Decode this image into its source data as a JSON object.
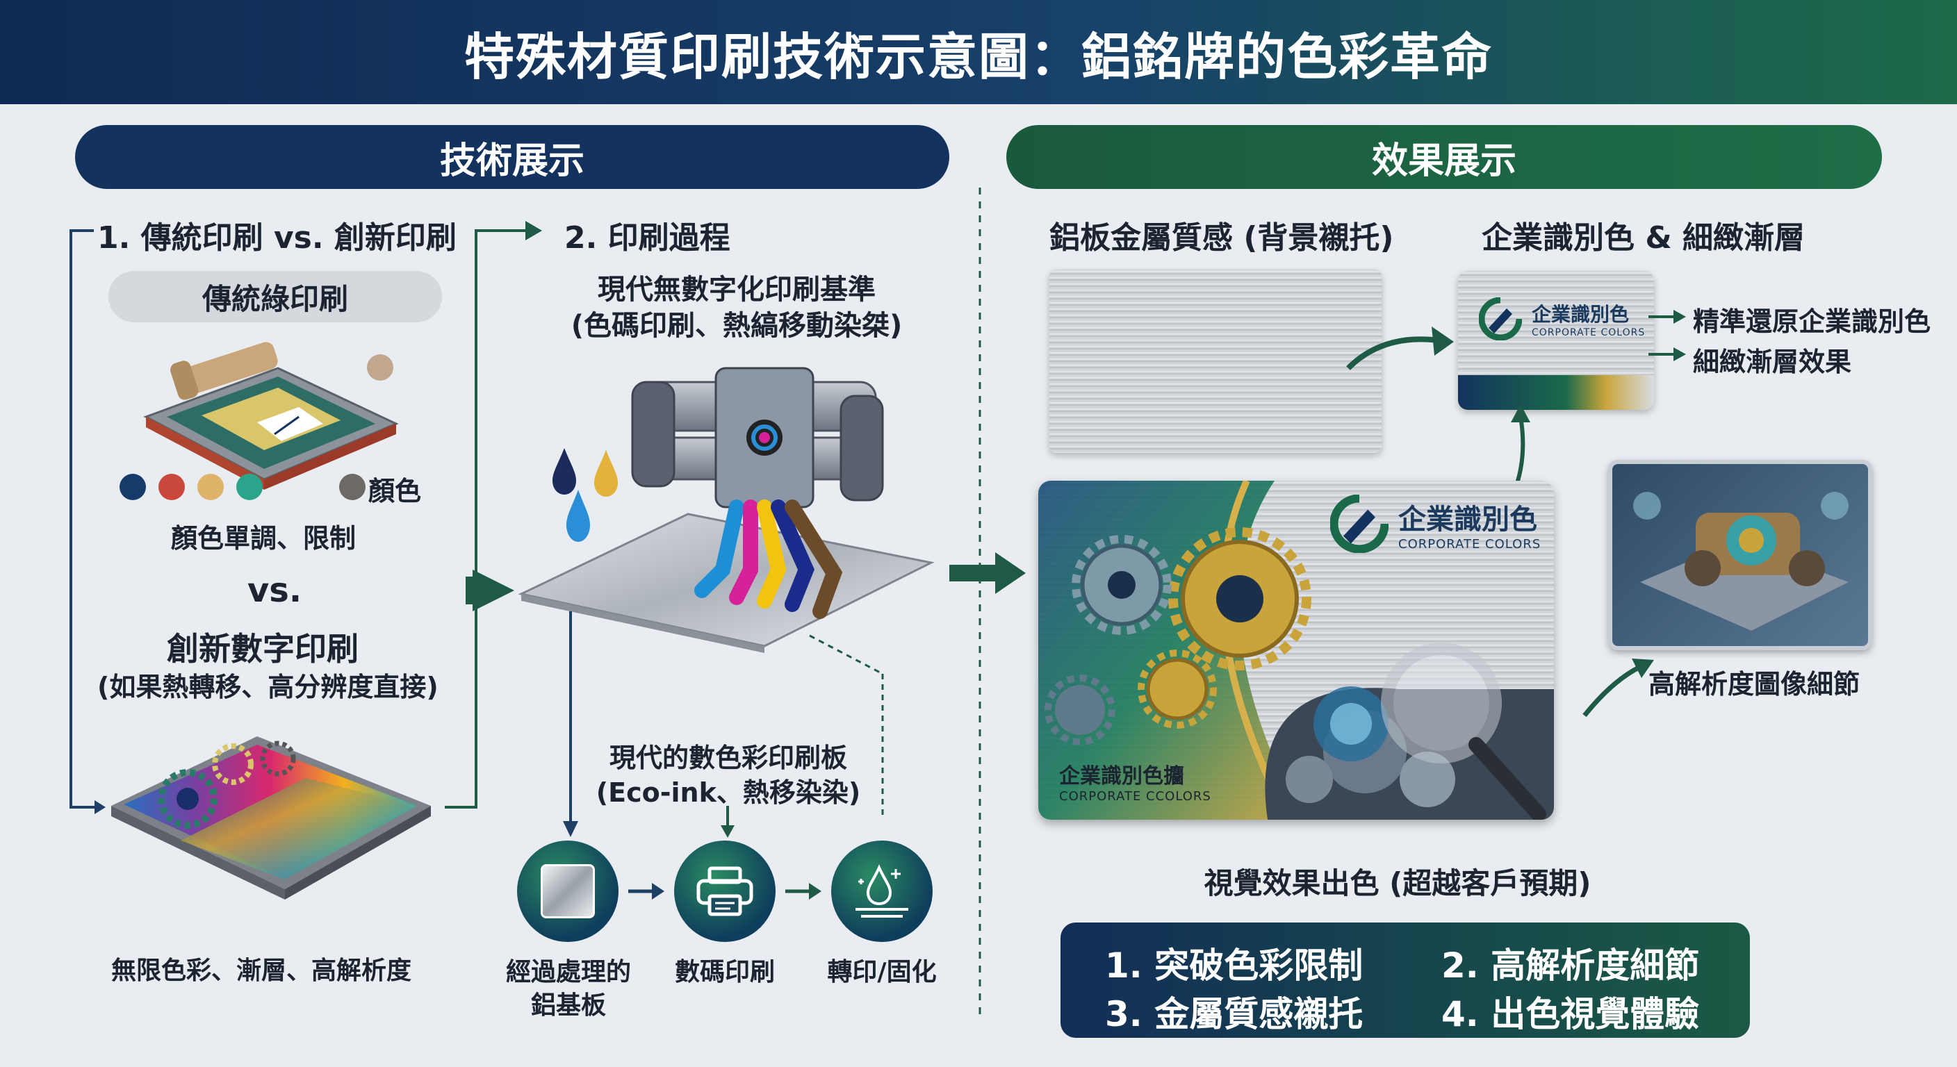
{
  "title": "特殊材質印刷技術示意圖：鋁銘牌的色彩革命",
  "sections": {
    "left_header": "技術展示",
    "right_header": "效果展示"
  },
  "step1": {
    "heading": "1. 傳統印刷 vs. 創新印刷",
    "traditional_label": "傳統綠印刷",
    "color_legend": "顏色",
    "traditional_caption": "顏色單調、限制",
    "vs": "vs.",
    "innovative_title": "創新數字印刷",
    "innovative_subtitle": "(如果熱轉移、高分辨度直接)",
    "innovative_caption": "無限色彩、漸層、高解析度",
    "dot_colors": [
      "#163b6b",
      "#c9473b",
      "#e0b36a",
      "#2aa58c"
    ],
    "legend_dot_color": "#6d6a66"
  },
  "step2": {
    "heading": "2. 印刷過程",
    "subtitle_line1": "現代無數字化印刷基準",
    "subtitle_line2": "(色碼印刷、熱縞移動染桀)",
    "plate_label_line1": "現代的數色彩印刷板",
    "plate_label_line2": "(Eco-ink、熱移染染)",
    "process": [
      {
        "label_line1": "經過處理的",
        "label_line2": "鋁基板",
        "icon": "aluminum-plate-icon"
      },
      {
        "label_line1": "數碼印刷",
        "label_line2": "",
        "icon": "printer-icon"
      },
      {
        "label_line1": "轉印/固化",
        "label_line2": "",
        "icon": "curing-drop-icon"
      }
    ],
    "ink_colors": [
      "#1e8fd6",
      "#d6229a",
      "#f2c40f",
      "#1a2b8c",
      "#6b4b2a"
    ]
  },
  "effects": {
    "metal_heading": "鋁板金屬質感 (背景襯托)",
    "corp_heading": "企業識別色 & 細緻漸層",
    "corp_point1": "精準還原企業識別色",
    "corp_point2": "細緻漸層效果",
    "badge_name": "企業識別色",
    "badge_sub": "CORPORATE COLORS",
    "main_badge_name": "企業識別色",
    "main_badge_sub": "CORPORATE COLORS",
    "plate_footer_name": "企業識別色攟",
    "plate_footer_sub": "CORPORATE CCOLORS",
    "detail_caption": "高解析度圖像細節",
    "visual_caption": "視覺效果出色 (超越客戶預期)"
  },
  "summary": {
    "item1": "1. 突破色彩限制",
    "item2": "2. 高解析度細節",
    "item3": "3. 金屬質感襯托",
    "item4": "4. 出色視覺體驗"
  },
  "colors": {
    "navy": "#13335e",
    "green": "#1e6e48",
    "arrow_green": "#1f5a44"
  }
}
